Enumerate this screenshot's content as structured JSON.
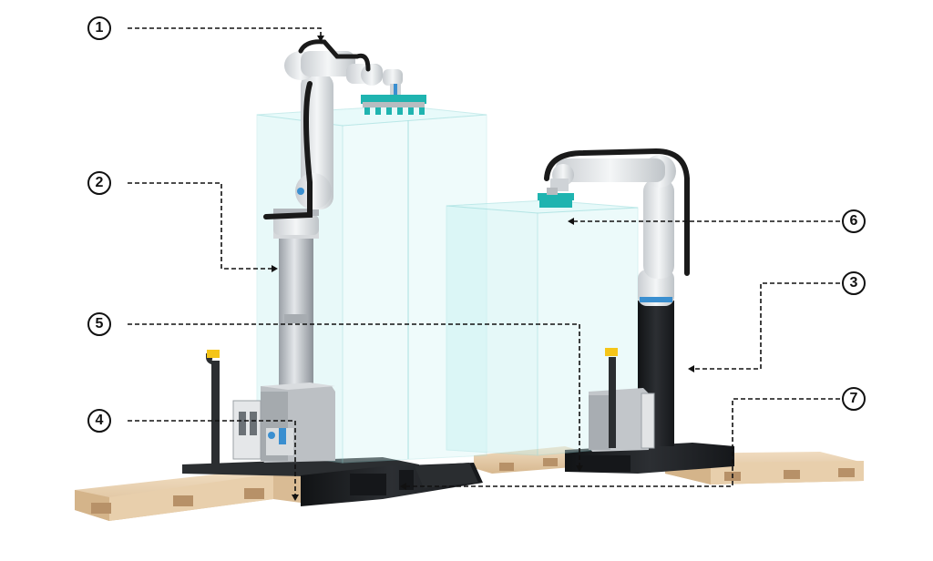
{
  "callouts": [
    {
      "label": "1"
    },
    {
      "label": "2"
    },
    {
      "label": "3"
    },
    {
      "label": "4"
    },
    {
      "label": "5"
    },
    {
      "label": "6"
    },
    {
      "label": "7"
    }
  ],
  "colors": {
    "leader_line": "#111111",
    "glass_volume": "#bfeff0",
    "robot_arm_white": "#e9ecee",
    "robot_cable_black": "#1a1a1a",
    "gripper_teal": "#1fb4b0",
    "column_black": "#1f2124",
    "lift_column_silver": "#b9bec4",
    "pallet_wood": "#e6c9a3",
    "base_plate_black": "#222528",
    "warning_beacon_yellow": "#f5c518"
  }
}
